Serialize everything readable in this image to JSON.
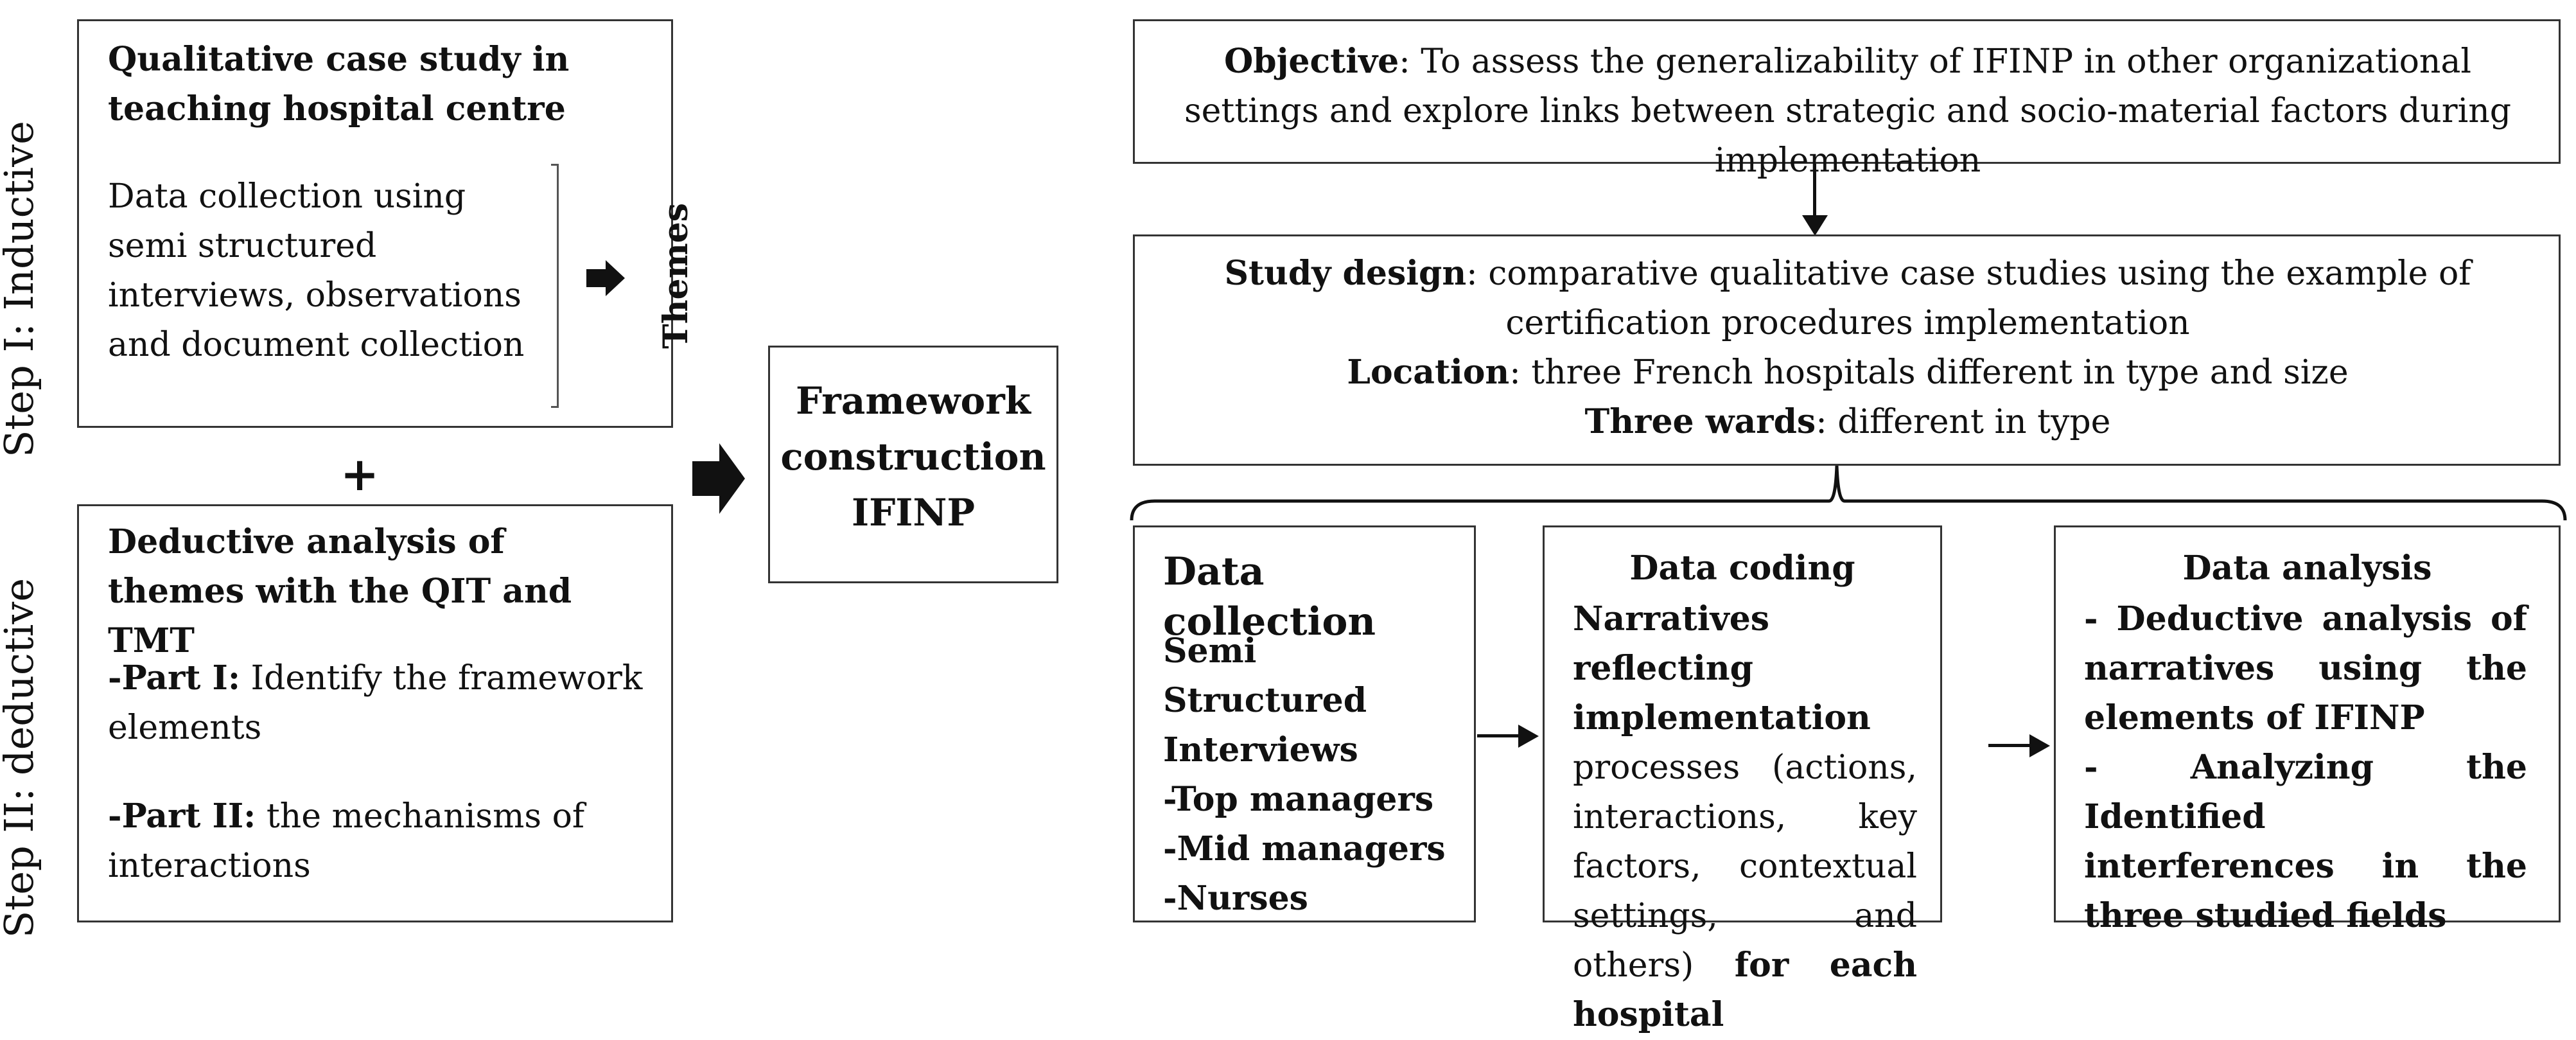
{
  "left": {
    "step1_label": "Step I: Inductive",
    "step2_label": "Step II: deductive",
    "box1": {
      "title": "Qualitative case study in teaching hospital centre",
      "body": "Data collection using semi structured interviews, observations and document collection",
      "themes": "Themes"
    },
    "plus": "+",
    "box2": {
      "title": "Deductive analysis of themes with the QIT and TMT",
      "part1_bold": "-Part I:",
      "part1_text": " Identify the framework elements",
      "part2_bold": "-Part II:",
      "part2_text": " the mechanisms of interactions"
    }
  },
  "framework": {
    "line1": "Framework",
    "line2": "construction",
    "line3": "IFINP"
  },
  "right": {
    "objective": {
      "label": "Objective",
      "text": ": To assess the generalizability of IFINP in other organizational settings and explore links between strategic and socio-material factors during implementation"
    },
    "design": {
      "label1": "Study design",
      "text1": ": comparative qualitative case studies using the example of certification procedures implementation",
      "label2": "Location",
      "text2": ":  three French hospitals different in type and size",
      "label3": "Three wards",
      "text3": ": different in type"
    },
    "collection": {
      "title": "Data collection",
      "lines": [
        "Semi Structured",
        "Interviews",
        "-Top managers",
        "-Mid managers",
        "-Nurses"
      ]
    },
    "coding": {
      "title": "Data coding",
      "bold_text": "Narratives reflecting implementation",
      "normal_text": "processes (actions, interactions, key factors, contextual settings, and others)",
      "bold_tail": " for each hospital"
    },
    "analysis": {
      "title": "Data analysis",
      "item1": "- Deductive analysis of narratives using the elements of IFINP",
      "item2": "- Analyzing the Identified interferences in the three studied fields"
    }
  }
}
